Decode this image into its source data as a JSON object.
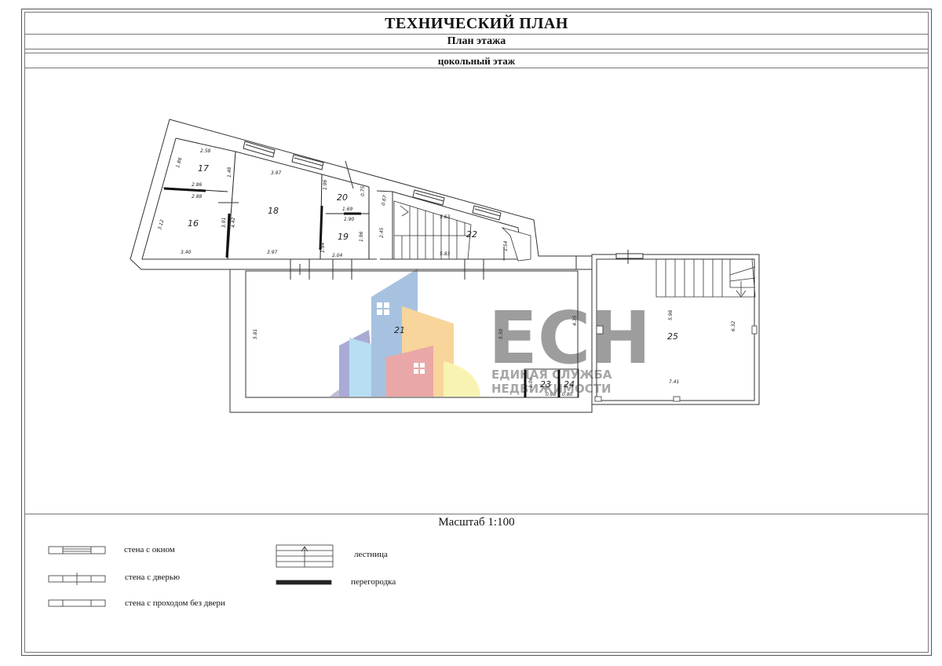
{
  "header": {
    "title": "ТЕХНИЧЕСКИЙ ПЛАН",
    "subtitle": "План этажа",
    "floor": "цокольный этаж"
  },
  "scale_label": "Масштаб 1:100",
  "rooms": {
    "r16": "16",
    "r17": "17",
    "r18": "18",
    "r19": "19",
    "r20": "20",
    "r21": "21",
    "r22": "22",
    "r23": "23",
    "r24": "24",
    "r25": "25"
  },
  "dimensions": {
    "d1": "2.58",
    "d2": "1.86",
    "d3": "2.86",
    "d4": "2.88",
    "d5": "1.48",
    "d6": "3.97",
    "d7": "3.12",
    "d8": "3.40",
    "d9": "3.91",
    "d10": "4.42",
    "d11": "3.97",
    "d12": "1.94",
    "d13": "2.04",
    "d14": "1.96",
    "d15": "1.69",
    "d16": "1.90",
    "d17": "0.75",
    "d18": "1.96",
    "d19": "0.67",
    "d20": "2.45",
    "d21": "5.63",
    "d22": "5.83",
    "d23": "1.54",
    "d24": "5.81",
    "d25": "5.50",
    "d26": "4.35",
    "d27": "5.98",
    "d28": "6.32",
    "d29": "7.41",
    "d30": "1.06",
    "d31": "0.98",
    "d32": "0.80"
  },
  "watermark": {
    "letters": "ЕСН",
    "line1": "ЕДИНАЯ СЛУЖБА",
    "line2": "НЕДВИЖИМОСТИ"
  },
  "legend": {
    "wall_window": "стена с окном",
    "wall_door": "стена с дверью",
    "wall_passage": "стена с проходом без двери",
    "stairs": "лестница",
    "partition": "перегородка"
  }
}
